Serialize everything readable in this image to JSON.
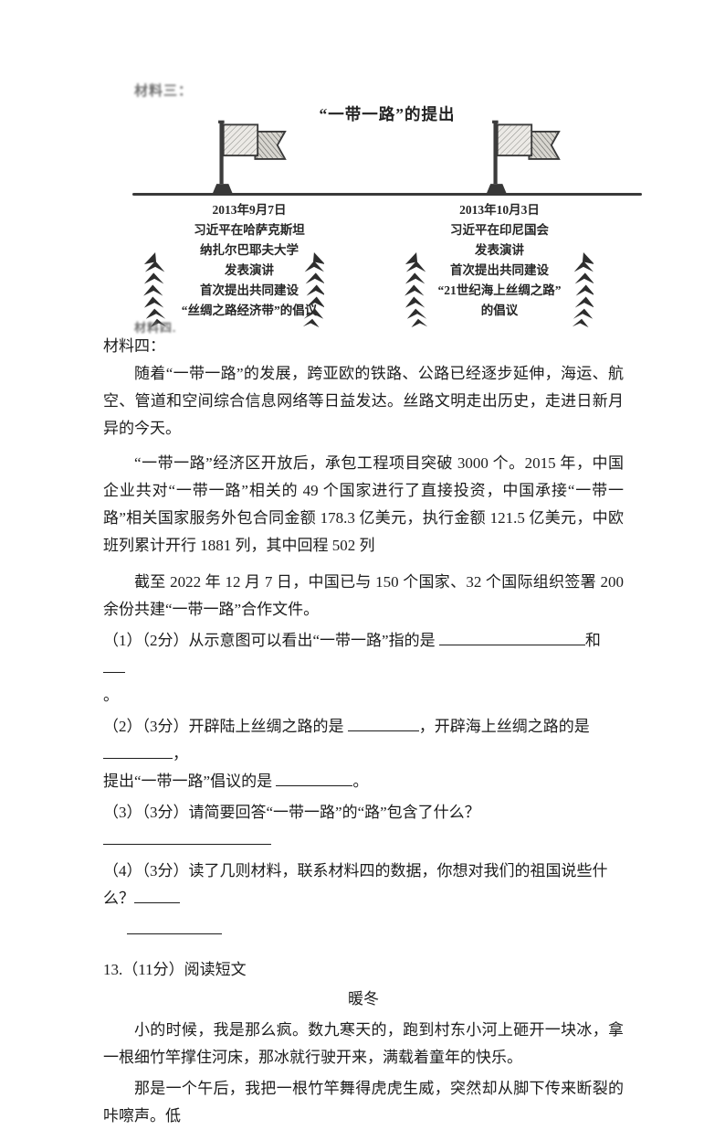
{
  "material3_label": "材料三：",
  "diagram": {
    "title": "“一带一路”的提出",
    "left_flag_lines": [
      "2013年9月7日",
      "习近平在哈萨克斯坦",
      "纳扎尔巴耶夫大学",
      "发表演讲",
      "首次提出共同建设",
      "“丝绸之路经济带”的倡议"
    ],
    "right_flag_lines": [
      "2013年10月3日",
      "习近平在印尼国会",
      "发表演讲",
      "首次提出共同建设",
      "“21世纪海上丝绸之路”",
      "的倡议"
    ],
    "material4_blurry_label": "材料四."
  },
  "material4_label": "材料四：",
  "paragraphs": {
    "p1": "随着“一带一路”的发展，跨亚欧的铁路、公路已经逐步延伸，海运、航空、管道和空间综合信息网络等日益发达。丝路文明走出历史，走进日新月异的今天。",
    "p2": "“一带一路”经济区开放后，承包工程项目突破 3000 个。2015 年，中国企业共对“一带一路”相关的 49 个国家进行了直接投资，中国承接“一带一路”相关国家服务外包合同金额 178.3 亿美元，执行金额 121.5 亿美元，中欧班列累计开行 1881 列，其中回程 502 列",
    "p3": "截至 2022 年 12 月 7 日，中国已与 150 个国家、32 个国际组织签署 200 余份共建“一带一路”合作文件。"
  },
  "questions": {
    "q1_line1": [
      "（1）（2分）从示意图可以看出“一带一路”指的是 ",
      "~160",
      "和 ",
      "~24"
    ],
    "q1_line2": [
      "。"
    ],
    "q2_line1": [
      "（2）（3分）开辟陆上丝绸之路的是 ",
      "~78",
      "，开辟海上丝绸之路的是 ",
      "~76",
      "，"
    ],
    "q2_line2": [
      "提出“一带一路”倡议的是 ",
      "~84",
      "。"
    ],
    "q3_line1": [
      "（3）（3分）请简要回答“一带一路”的“路”包含了什么？",
      "~184"
    ],
    "q4_line1": [
      "（4）（3分）读了几则材料，联系材料四的数据，你想对我们的祖国说些什么？",
      "~50"
    ],
    "q4_line2": [
      "^26",
      "~104"
    ]
  },
  "q13": {
    "heading": "13.（11分）阅读短文",
    "essay_title": "暖冬",
    "p1": "小的时候，我是那么疯。数九寒天的，跑到村东小河上砸开一块冰，拿一根细竹竿撑住河床，那冰就行驶开来，满载着童年的快乐。",
    "p2": "那是一个午后，我把一根竹竿舞得虎虎生威，突然却从脚下传来断裂的咔嚓声。低"
  }
}
